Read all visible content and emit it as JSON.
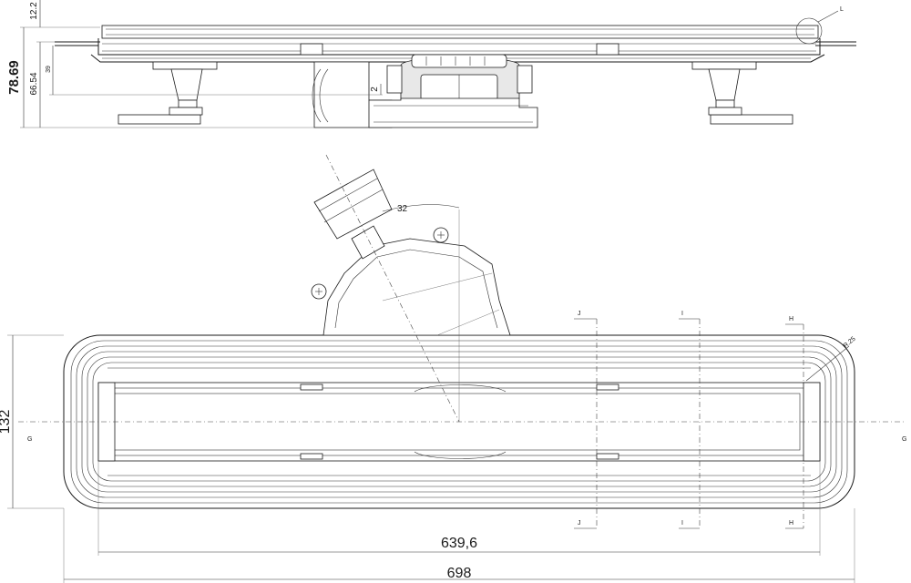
{
  "dimensions": {
    "overall_width": "698",
    "inner_width": "639,6",
    "height": "132",
    "section_total": "78.69",
    "section_mid": "66.54",
    "section_top": "12.2",
    "section_inner": "39",
    "gap": "2",
    "outlet_angle": "32",
    "corner_radius": "R.25"
  },
  "section_marks": {
    "j": "J",
    "i": "I",
    "h": "H",
    "g": "G",
    "l": "L"
  }
}
